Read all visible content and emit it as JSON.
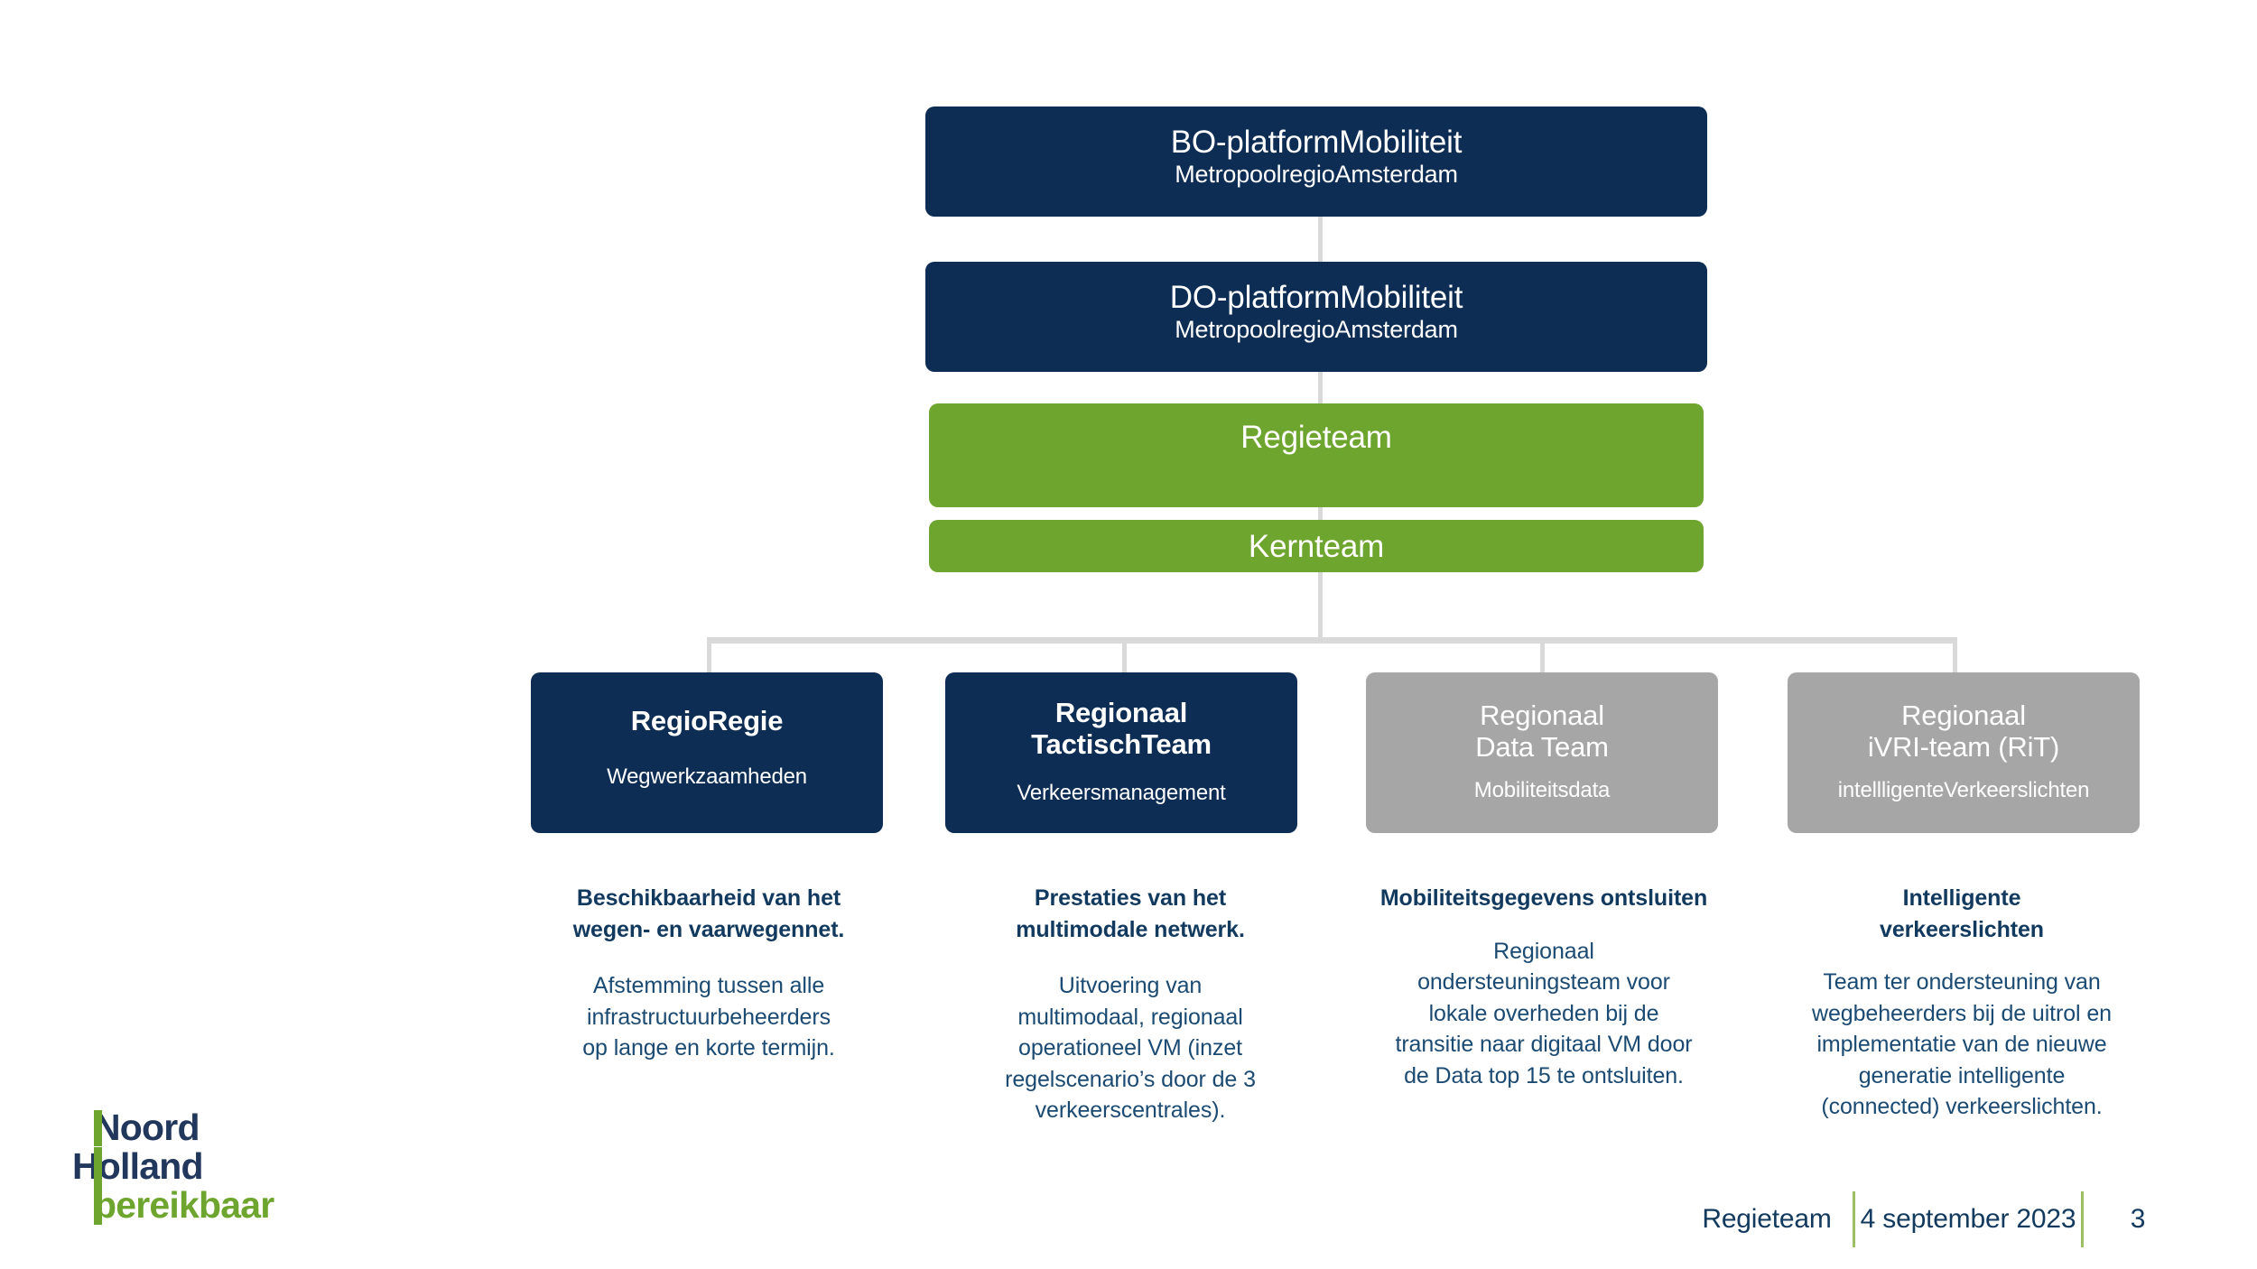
{
  "slide": {
    "colors": {
      "navy": "#0d2d54",
      "green": "#6ea52e",
      "gray": "#a6a6a6",
      "connector": "#d9d9d9",
      "text_blue": "#12395e",
      "footer_divider": "#9dbf63"
    }
  },
  "hierarchy": {
    "top": [
      {
        "id": "bo-platform",
        "title": "BO-platformMobiliteit",
        "subtitle": "MetropoolregioAmsterdam",
        "style": "navy"
      },
      {
        "id": "do-platform",
        "title": "DO-platformMobiliteit",
        "subtitle": "MetropoolregioAmsterdam",
        "style": "navy"
      },
      {
        "id": "regieteam",
        "title": "Regieteam",
        "subtitle": "",
        "style": "green"
      },
      {
        "id": "kernteam",
        "title": "Kernteam",
        "subtitle": "",
        "style": "green"
      }
    ],
    "leaves": [
      {
        "id": "regioregie",
        "title": "RegioRegie",
        "subtitle": "Wegwerkzaamheden",
        "style": "navy"
      },
      {
        "id": "regionaal-tactisch-team",
        "title": "Regionaal\nTactischTeam",
        "subtitle": "Verkeersmanagement",
        "style": "navy"
      },
      {
        "id": "regionaal-data-team",
        "title": "Regionaal\nData Team",
        "subtitle": "Mobiliteitsdata",
        "style": "gray"
      },
      {
        "id": "regionaal-ivri-team",
        "title": "Regionaal\niVRI-team (RiT)",
        "subtitle": "intellligenteVerkeerslichten",
        "style": "gray"
      }
    ]
  },
  "captions": [
    {
      "heading": "Beschikbaarheid van het\nwegen- en vaarwegennet.",
      "body": "Afstemming tussen alle\ninfrastructuurbeheerders\nop lange en korte termijn."
    },
    {
      "heading": "Prestaties van het\nmultimodale netwerk.",
      "body": "Uitvoering van\nmultimodaal, regionaal\noperationeel VM (inzet\nregelscenario’s door de 3\nverkeerscentrales)."
    },
    {
      "heading": "Mobiliteitsgegevens ontsluiten",
      "body": "Regionaal\nondersteuningsteam voor\nlokale overheden bij de\ntransitie naar digitaal VM door\nde Data top 15 te ontsluiten."
    },
    {
      "heading": "Intelligente\nverkeerslichten",
      "body": "Team ter ondersteuning van\nwegbeheerders bij de uitrol en\nimplementatie van de nieuwe\ngeneratie intelligente\n(connected) verkeerslichten."
    }
  ],
  "logo": {
    "line1": "Noord",
    "line2": "Holland",
    "line3": "bereikbaar"
  },
  "footer": {
    "context": "Regieteam",
    "date": "4 september 2023",
    "page": "3"
  }
}
